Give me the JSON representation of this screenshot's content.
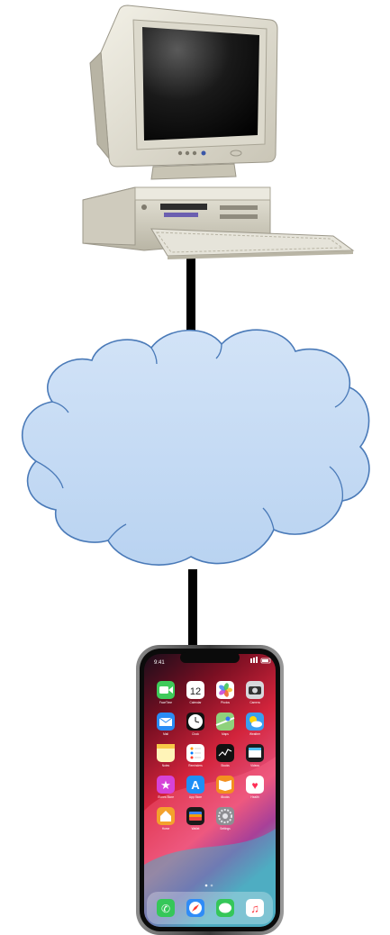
{
  "diagram": {
    "nodes": [
      {
        "id": "computer",
        "kind": "desktop-computer"
      },
      {
        "id": "network",
        "kind": "cloud"
      },
      {
        "id": "phone",
        "kind": "smartphone"
      }
    ],
    "edges": [
      {
        "from": "computer",
        "to": "network"
      },
      {
        "from": "network",
        "to": "phone"
      }
    ]
  },
  "phone": {
    "status_time": "9:41",
    "calendar_day": "12",
    "apps": [
      {
        "label": "FaceTime",
        "color": "#3ecb5a",
        "icon": "video-icon"
      },
      {
        "label": "Calendar",
        "color": "#ffffff",
        "icon": "calendar-icon"
      },
      {
        "label": "Photos",
        "color": "#ffffff",
        "icon": "photos-icon"
      },
      {
        "label": "Camera",
        "color": "#d7d8dc",
        "icon": "camera-icon"
      },
      {
        "label": "Mail",
        "color": "#2a8cf5",
        "icon": "mail-icon"
      },
      {
        "label": "Clock",
        "color": "#111111",
        "icon": "clock-icon"
      },
      {
        "label": "Maps",
        "color": "#8fd17c",
        "icon": "maps-icon"
      },
      {
        "label": "Weather",
        "color": "#3a9ff0",
        "icon": "weather-icon"
      },
      {
        "label": "Notes",
        "color": "#fff4b8",
        "icon": "notes-icon"
      },
      {
        "label": "Reminders",
        "color": "#ffffff",
        "icon": "reminders-icon"
      },
      {
        "label": "Stocks",
        "color": "#111111",
        "icon": "stocks-icon"
      },
      {
        "label": "Videos",
        "color": "#1c1c1e",
        "icon": "videos-icon"
      },
      {
        "label": "iTunes Store",
        "color": "#d643d8",
        "icon": "star-icon"
      },
      {
        "label": "App Store",
        "color": "#1e8ff6",
        "icon": "appstore-icon"
      },
      {
        "label": "iBooks",
        "color": "#f3901f",
        "icon": "books-icon"
      },
      {
        "label": "Health",
        "color": "#ffffff",
        "icon": "heart-icon"
      },
      {
        "label": "Home",
        "color": "#f4a22c",
        "icon": "home-icon"
      },
      {
        "label": "Wallet",
        "color": "#1a1a1a",
        "icon": "wallet-icon"
      },
      {
        "label": "Settings",
        "color": "#8e8e93",
        "icon": "gear-icon"
      }
    ],
    "dock": [
      {
        "label": "Phone",
        "color": "#35c759",
        "icon": "phone-icon"
      },
      {
        "label": "Safari",
        "color": "#2f8cf7",
        "icon": "compass-icon"
      },
      {
        "label": "Messages",
        "color": "#35c759",
        "icon": "message-icon"
      },
      {
        "label": "Music",
        "color": "#ffffff",
        "icon": "music-icon"
      }
    ]
  }
}
